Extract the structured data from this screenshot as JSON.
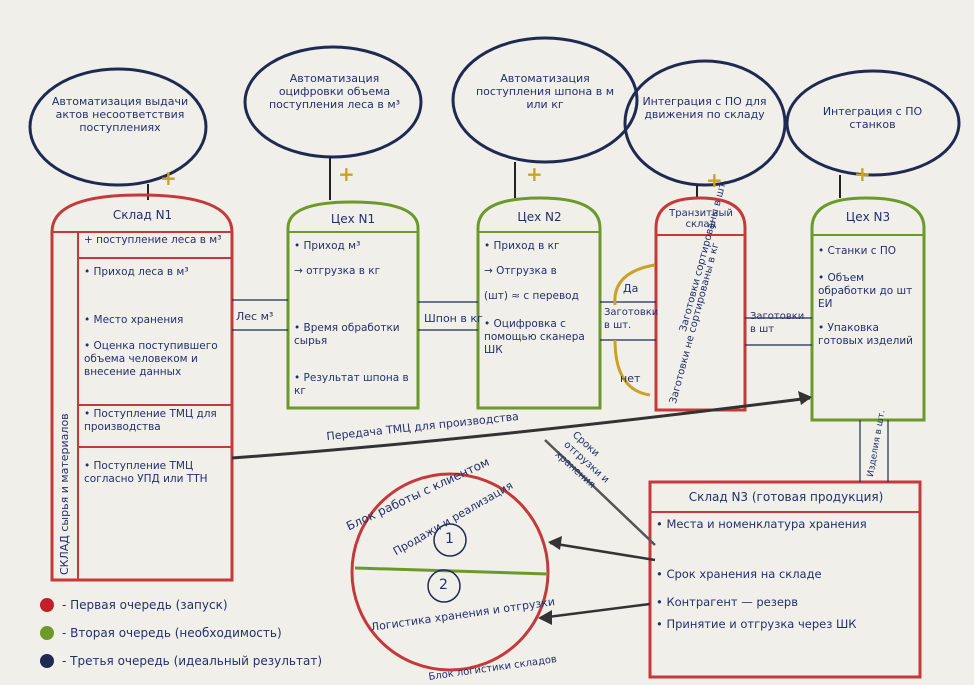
{
  "clouds": [
    {
      "text": "Автоматизация выдачи актов несоответствия поступлениях"
    },
    {
      "text": "Автоматизация оцифровки объема поступления леса в м³"
    },
    {
      "text": "Автоматизация поступления шпона в м или кг"
    },
    {
      "text": "Интеграция с ПО для движения по складу"
    },
    {
      "text": "Интеграция с ПО станков"
    }
  ],
  "plus": "+",
  "sklad1": {
    "title": "Склад N1",
    "side_label": "СКЛАД сырья и материалов",
    "sec1": "+ поступление леса в м³",
    "b1": "• Приход леса в м³",
    "b2": "• Место хранения",
    "b3": "• Оценка поступившего объема человеком и внесение данных",
    "sec2": "• Поступление ТМЦ для производства",
    "b4": "• Поступление ТМЦ согласно УПД или ТТН"
  },
  "ceh1": {
    "title": "Цех N1",
    "b1": "• Приход м³",
    "b2": "→ отгрузка в кг",
    "b3": "• Время обработки сырья",
    "b4": "• Результат шпона в кг"
  },
  "ceh2": {
    "title": "Цех N2",
    "b1": "• Приход в кг",
    "b2": "→ Отгрузка в",
    "b3": "(шт) ≈ с перевод",
    "b4": "• Оцифровка с помощью сканера ШК"
  },
  "transit": {
    "title": "Транзитный склад",
    "a": "Заготовки сортированы в шт.",
    "b": "Заготовки не сортированы в кг"
  },
  "ceh3": {
    "title": "Цех N3",
    "b1": "• Станки с ПО",
    "b2": "• Объем обработки до шт ЕИ",
    "b3": "• Упаковка готовых изделий"
  },
  "sklad3": {
    "title": "Склад N3 (готовая продукция)",
    "b1": "• Места и номенклатура хранения",
    "b2": "• Срок хранения на складе",
    "b3": "• Контрагент — резерв",
    "b4": "• Принятие и отгрузка через ШК"
  },
  "arrows": {
    "les": "Лес м³",
    "shpon": "Шпон в кг",
    "zag1": "Заготовки в шт.",
    "zag2": "Заготовки в шт",
    "tmc": "Передача ТМЦ для производства",
    "izd": "Изделия в шт.",
    "sroki": "Сроки отгрузки и хранения",
    "da": "Да",
    "net": "нет"
  },
  "circle": {
    "top_outer": "Блок работы с клиентом",
    "top_inner": "Продажи и реализация",
    "n1": "1",
    "n2": "2",
    "bottom_inner": "Логистика хранения и отгрузки",
    "bottom_outer": "Блок логистики складов"
  },
  "legend": [
    {
      "label": "- Первая очередь (запуск)",
      "color": "#c0202a"
    },
    {
      "label": "- Вторая очередь (необходимость)",
      "color": "#6b9a2a"
    },
    {
      "label": "- Третья очередь (идеальный результат)",
      "color": "#1f2a52"
    }
  ]
}
